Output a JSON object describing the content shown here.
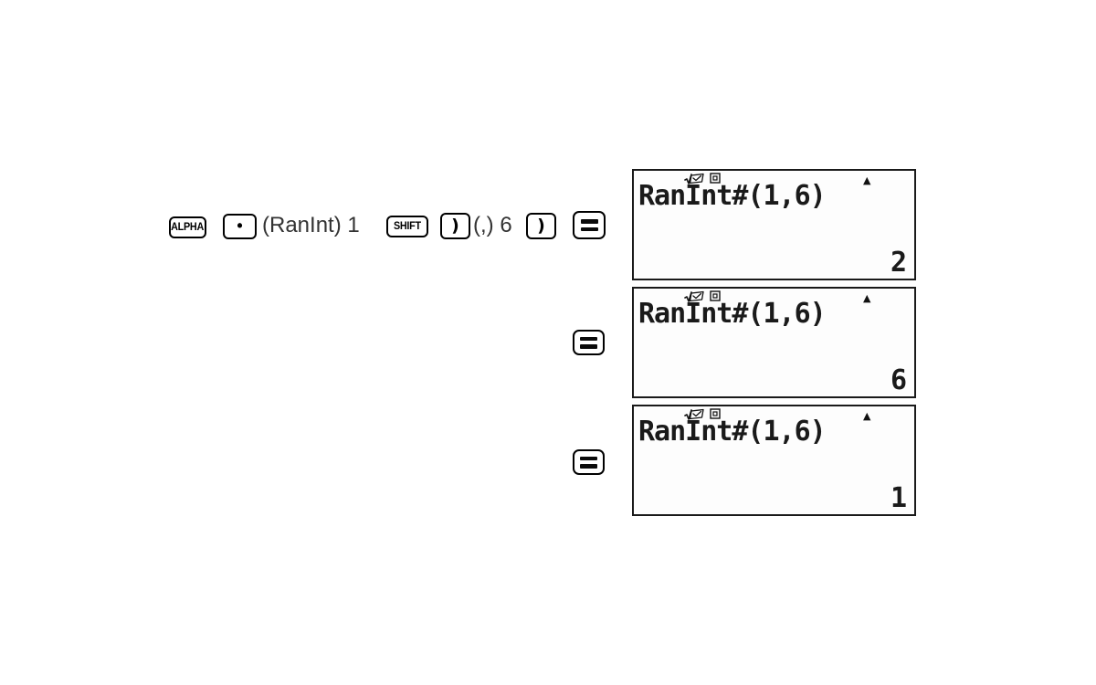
{
  "colors": {
    "ink": "#1a1a1a",
    "key_border": "#000000",
    "sequence_text": "#333333",
    "background": "#ffffff"
  },
  "key_sequence": {
    "alpha_key_label": "ALPHA",
    "dot_key_label": "•",
    "ranint_text": "(RanInt) 1",
    "shift_key_label": "SHIFT",
    "close_paren_1_label": ")",
    "comma_6_text": "(,) 6",
    "close_paren_2_label": ")",
    "equals_key_label": "="
  },
  "equals_buttons": [
    {
      "label": "="
    },
    {
      "label": "="
    }
  ],
  "screens": [
    {
      "expression": "RanInt#(1,6)",
      "result": "2",
      "scroll_indicator": "▲",
      "status_icons": [
        "sqrt-checkbox-icon",
        "boxed-square-icon"
      ]
    },
    {
      "expression": "RanInt#(1,6)",
      "result": "6",
      "scroll_indicator": "▲",
      "status_icons": [
        "sqrt-checkbox-icon",
        "boxed-square-icon"
      ]
    },
    {
      "expression": "RanInt#(1,6)",
      "result": "1",
      "scroll_indicator": "▲",
      "status_icons": [
        "sqrt-checkbox-icon",
        "boxed-square-icon"
      ]
    }
  ]
}
